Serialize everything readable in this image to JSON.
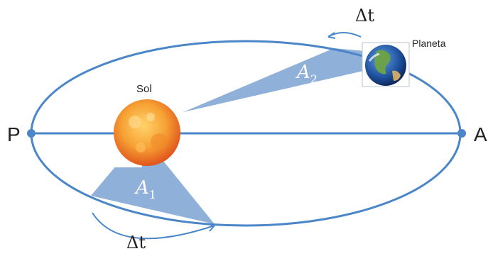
{
  "diagram": {
    "sun_label": "Sol",
    "planet_label": "Planeta",
    "perihelion_label": "P",
    "aphelion_label": "A",
    "area_1": {
      "letter": "A",
      "subscript": "1"
    },
    "area_2": {
      "letter": "A",
      "subscript": "2"
    },
    "delta_t_top": "Δt",
    "delta_t_bottom": "Δt"
  },
  "colors": {
    "orbit": "#4a86c8",
    "sweep_fill": "#8fb0d8",
    "area_text": "#ffffff",
    "sun_core": "#f7a234",
    "sun_edge": "#e0551c",
    "planet_ocean": "#1d4f9c",
    "planet_land": "#6aa14a",
    "arrow": "#4a86c8",
    "label": "#222222"
  }
}
